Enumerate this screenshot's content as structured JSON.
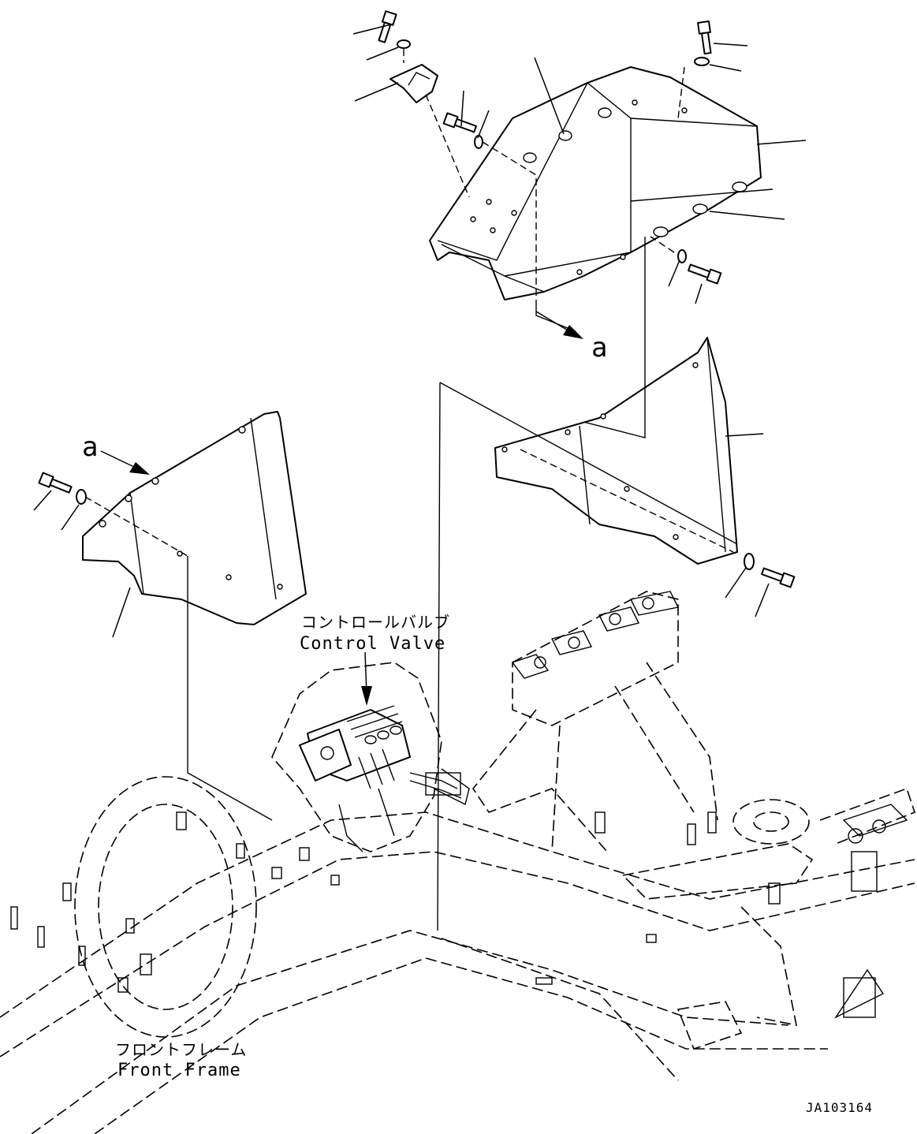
{
  "drawing_id": "JA103164",
  "callout_letter": "a",
  "control_valve": {
    "label_ja": "コントロールバルブ",
    "label_en": "Control Valve"
  },
  "front_frame": {
    "label_ja": "フロントフレーム",
    "label_en": "Front Frame"
  }
}
